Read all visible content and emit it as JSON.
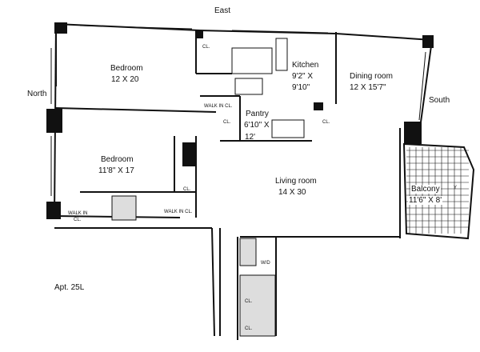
{
  "compass": {
    "top": "East",
    "left": "North",
    "right": "South"
  },
  "apartment": "Apt. 25L",
  "rooms": {
    "bedroom1": {
      "name": "Bedroom",
      "size": "12 X 20"
    },
    "bedroom2": {
      "name": "Bedroom",
      "size": "11'8\" X 17"
    },
    "kitchen": {
      "name": "Kitchen",
      "size1": "9'2\" X",
      "size2": "9'10\""
    },
    "dining": {
      "name": "Dining room",
      "size": "12 X 15'7\""
    },
    "pantry": {
      "name": "Pantry",
      "size1": "6'10\" X",
      "size2": "12'"
    },
    "living": {
      "name": "Living room",
      "size": "14 X 30"
    },
    "balcony": {
      "name": "Balcony",
      "size": "11'6\" X 8'"
    }
  },
  "small_labels": {
    "closet": "CL.",
    "walkin": "WALK IN CL.",
    "walkin_split_1": "WALK IN",
    "walkin_split_2": "CL.",
    "wd": "W/D",
    "balcony_y": "Y"
  }
}
